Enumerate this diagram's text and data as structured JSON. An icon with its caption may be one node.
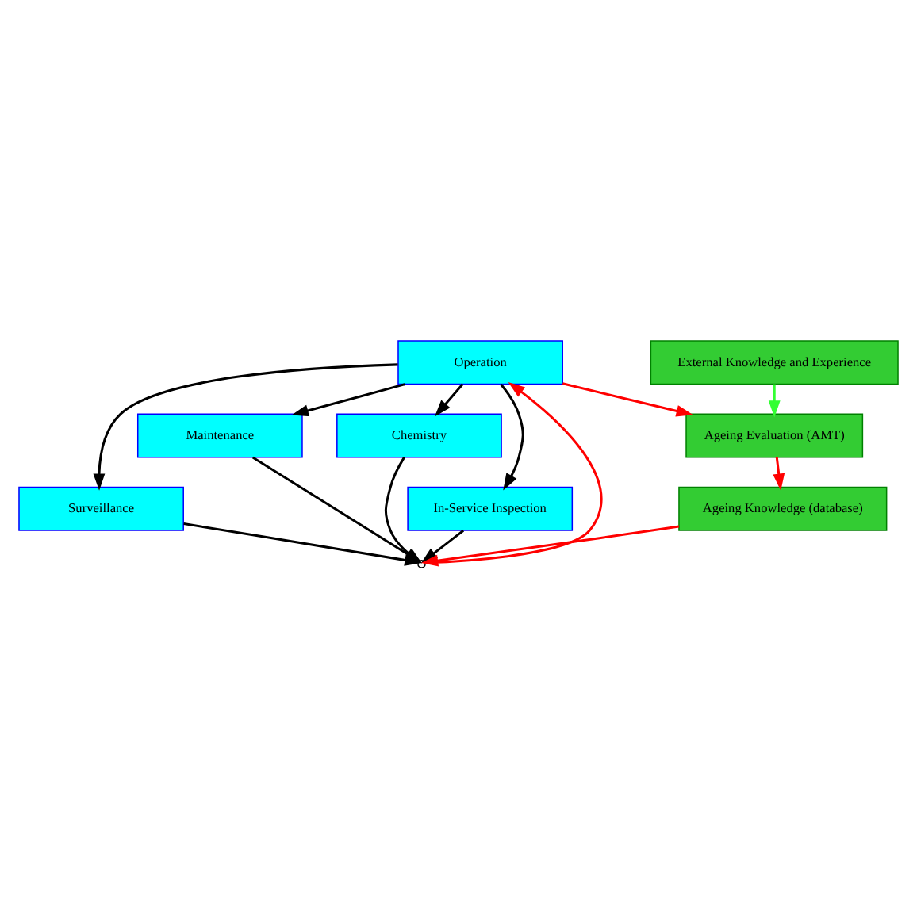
{
  "diagram": {
    "nodes": [
      {
        "text": [
          "Operation"
        ]
      },
      {
        "text": [
          "In-Service Inspection"
        ]
      },
      {
        "text": [
          "Surveillance"
        ]
      },
      {
        "text": [
          "Maintenance"
        ]
      },
      {
        "text": [
          "Chemistry"
        ]
      },
      {
        "text": [
          "Ageing Knowledge (database)"
        ]
      },
      {
        "text": [
          "Ageing Evaluation (AMT)"
        ]
      },
      {
        "text": [
          "External Knowledge and Experience"
        ]
      },
      {
        "text": [],
        "shape": "circle"
      }
    ],
    "edges": [
      {
        "from": 0,
        "to": 1,
        "arrow": "to"
      },
      {
        "from": 0,
        "to": 2,
        "arrow": "to"
      },
      {
        "from": 0,
        "to": 3,
        "arrow": "to"
      },
      {
        "from": 0,
        "to": 4,
        "arrow": "to"
      },
      {
        "from": 1,
        "to": 8,
        "arrow": "to"
      },
      {
        "from": 2,
        "to": 8,
        "arrow": "to"
      },
      {
        "from": 3,
        "to": 8,
        "arrow": "to"
      },
      {
        "from": 4,
        "to": 8,
        "arrow": "to"
      },
      {
        "from": 8,
        "to": 0,
        "arrow": "to",
        "color": "#ff0000"
      },
      {
        "from": 5,
        "to": 8,
        "arrow": "to",
        "color": "#ff0000"
      },
      {
        "from": 0,
        "to": 6,
        "arrow": "to",
        "color": "#ff0000"
      },
      {
        "from": 6,
        "to": 5,
        "arrow": "to",
        "color": "#ff0000"
      },
      {
        "from": 7,
        "to": 6,
        "arrow": "to",
        "color": "#33ff33"
      }
    ]
  }
}
